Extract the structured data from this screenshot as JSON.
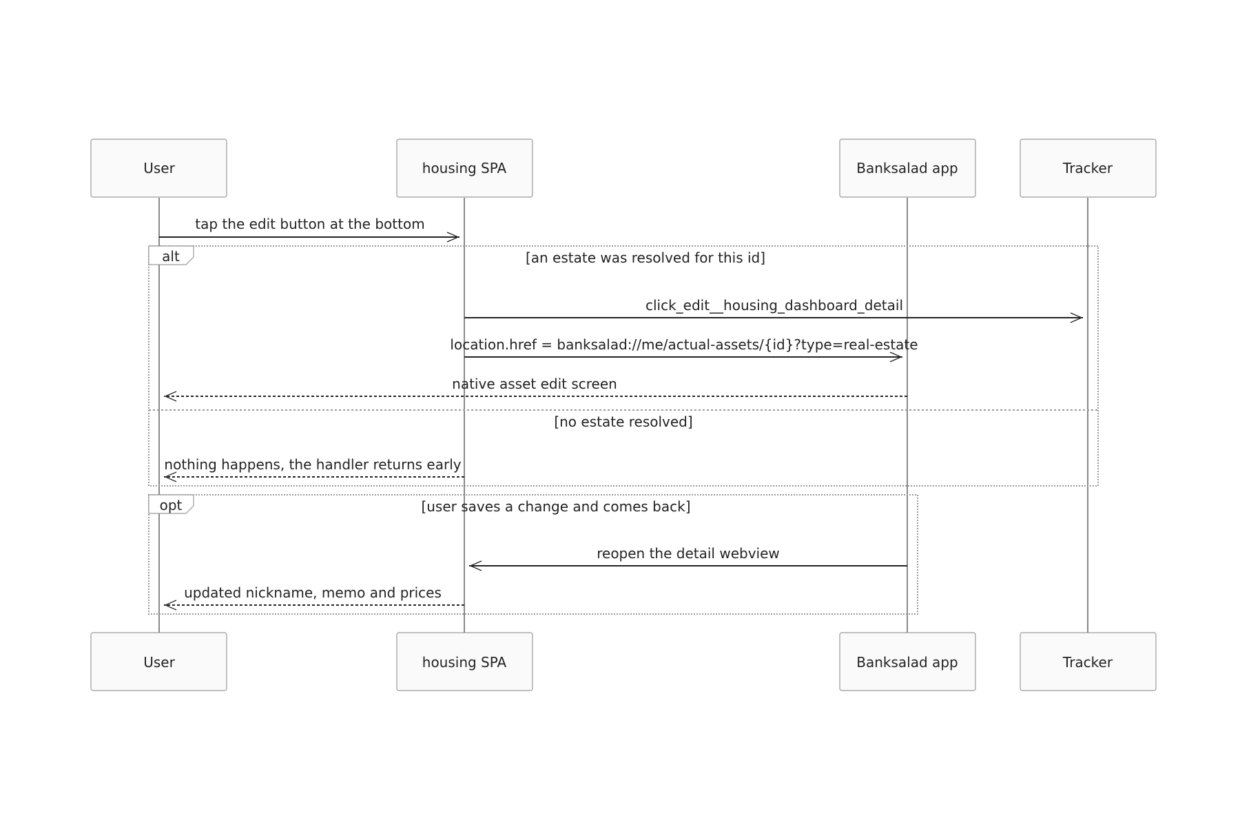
{
  "participants": [
    {
      "id": "user",
      "label": "User"
    },
    {
      "id": "spa",
      "label": "housing SPA"
    },
    {
      "id": "app",
      "label": "Banksalad app"
    },
    {
      "id": "tracker",
      "label": "Tracker"
    }
  ],
  "messages": [
    {
      "id": "m1",
      "from": "user",
      "to": "spa",
      "style": "solid",
      "label": "tap the edit button at the bottom"
    },
    {
      "id": "m2",
      "from": "spa",
      "to": "tracker",
      "style": "solid",
      "label": "click_edit__housing_dashboard_detail"
    },
    {
      "id": "m3",
      "from": "spa",
      "to": "app",
      "style": "solid",
      "label": "location.href = banksalad://me/actual-assets/{id}?type=real-estate"
    },
    {
      "id": "m4",
      "from": "app",
      "to": "user",
      "style": "dashed",
      "label": "native asset edit screen"
    },
    {
      "id": "m5",
      "from": "spa",
      "to": "user",
      "style": "dashed",
      "label": "nothing happens, the handler returns early"
    },
    {
      "id": "m6",
      "from": "app",
      "to": "spa",
      "style": "solid",
      "label": "reopen the detail webview"
    },
    {
      "id": "m7",
      "from": "spa",
      "to": "user",
      "style": "dashed",
      "label": "updated nickname, memo and prices"
    }
  ],
  "fragments": [
    {
      "id": "alt",
      "keyword": "alt",
      "sections": [
        "[an estate was resolved for this id]",
        "[no estate resolved]"
      ]
    },
    {
      "id": "opt",
      "keyword": "opt",
      "sections": [
        "[user saves a change and comes back]"
      ]
    }
  ]
}
